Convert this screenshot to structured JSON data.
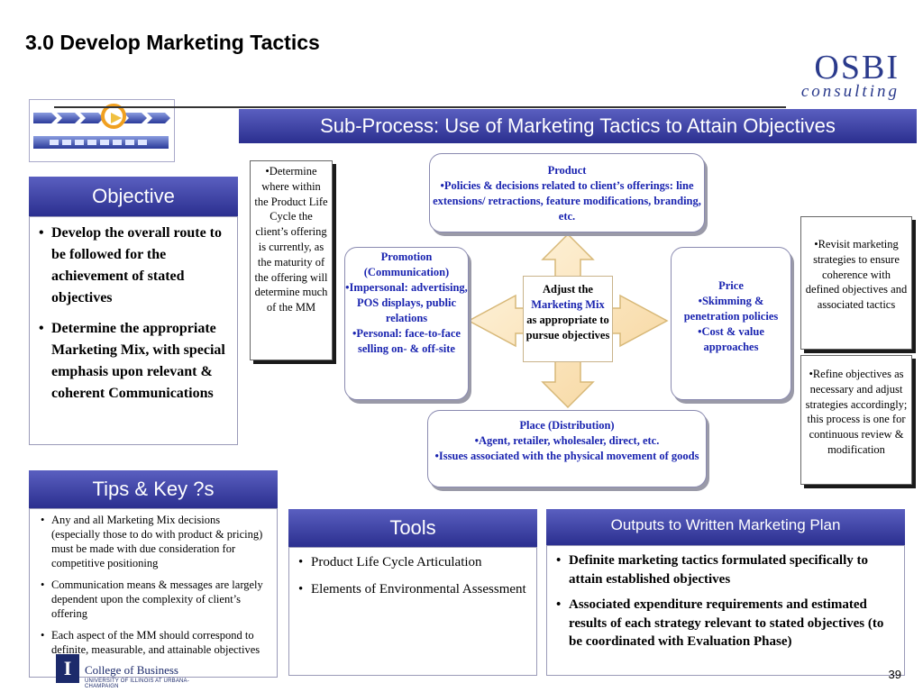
{
  "slide": {
    "title": "3.0 Develop Marketing Tactics",
    "page_number": "39"
  },
  "logo": {
    "name": "OSBI",
    "tagline": "consulting"
  },
  "subprocess": {
    "title": "Sub-Process:  Use of Marketing Tactics to Attain Objectives"
  },
  "objective": {
    "heading": "Objective",
    "items": [
      "Develop the overall route to be followed for the achievement of stated objectives",
      "Determine the appropriate Marketing Mix, with special emphasis upon relevant & coherent Communications"
    ]
  },
  "tips": {
    "heading": "Tips & Key ?s",
    "items": [
      "Any and all Marketing Mix decisions (especially those to do with product & pricing) must be made with due consideration for competitive positioning",
      "Communication means & messages are largely dependent upon the complexity of client’s offering",
      "Each aspect of the MM should correspond to definite, measurable, and attainable objectives"
    ]
  },
  "tools": {
    "heading": "Tools",
    "items": [
      "Product Life Cycle Articulation",
      "Elements of Environmental Assessment"
    ]
  },
  "outputs": {
    "heading": "Outputs to Written Marketing Plan",
    "items": [
      "Definite marketing tactics formulated specifically to attain established objectives",
      "Associated expenditure requirements and estimated results of each strategy relevant to stated objectives (to be coordinated with Evaluation Phase)"
    ]
  },
  "notes": {
    "plc": "•Determine where within the Product Life Cycle the client’s offering is currently, as the maturity of the offering will determine much of the MM",
    "revisit": "•Revisit marketing strategies to ensure coherence with defined objectives and associated tactics",
    "refine": "•Refine objectives as necessary and adjust strategies accordingly; this process is one for continuous review & modification"
  },
  "mix": {
    "product": {
      "title": "Product",
      "lines": [
        "•Policies & decisions related to client’s offerings:  line extensions/ retractions, feature modifications, branding, etc."
      ]
    },
    "promotion": {
      "title": "Promotion (Communication)",
      "lines": [
        "•Impersonal: advertising, POS displays, public relations",
        "•Personal:  face-to-face selling on- & off-site"
      ]
    },
    "price": {
      "title": "Price",
      "lines": [
        "•Skimming & penetration policies",
        "•Cost & value approaches"
      ]
    },
    "place": {
      "title": "Place (Distribution)",
      "lines": [
        "•Agent, retailer, wholesaler, direct, etc.",
        "•Issues associated with the physical movement of goods"
      ]
    },
    "center": {
      "line1": "Adjust the",
      "highlight": "Marketing Mix",
      "line2": "as appropriate to pursue objectives"
    }
  },
  "footer": {
    "college": "College of Business",
    "university": "UNIVERSITY OF ILLINOIS AT URBANA-CHAMPAIGN",
    "seal": "I"
  },
  "colors": {
    "band_dark": "#2b2f8f",
    "band_light": "#5a5fc0",
    "mix_text": "#1a24b0",
    "arrow_fill": "#fbe3b5",
    "arrow_stroke": "#d7b878"
  }
}
